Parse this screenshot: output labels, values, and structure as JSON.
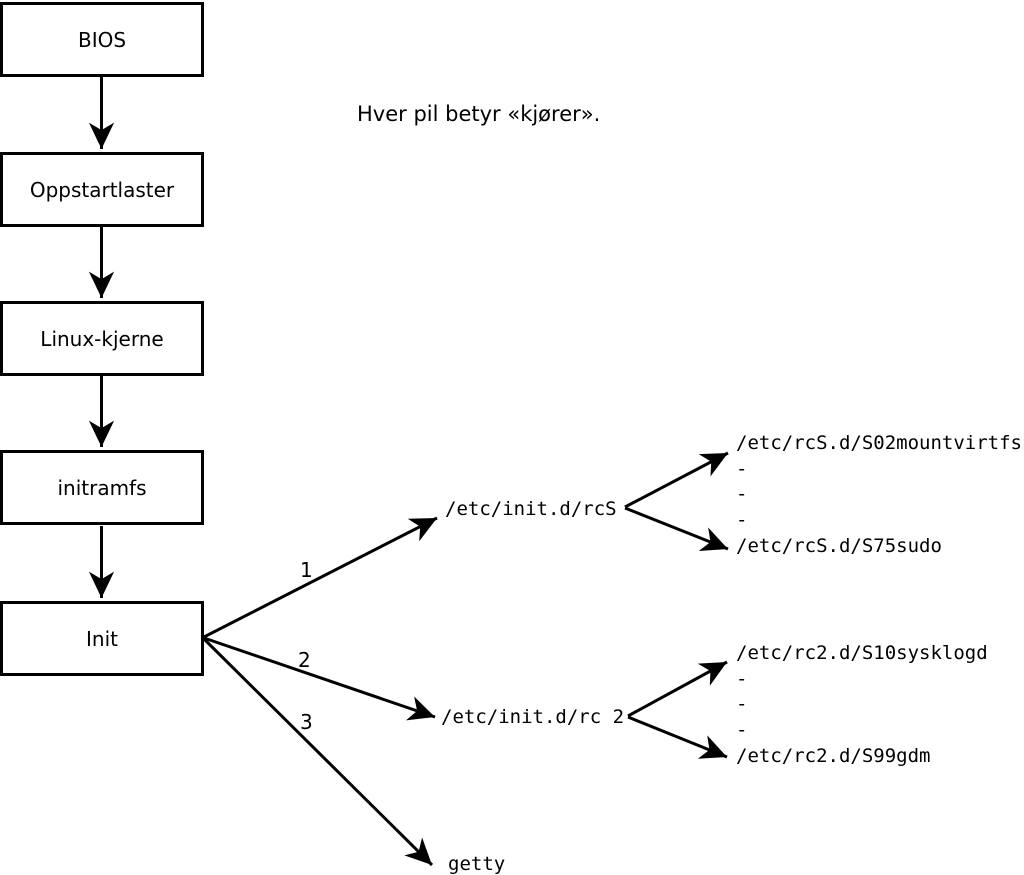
{
  "note": "Hver pil betyr «kjører».",
  "chain": [
    {
      "label": "BIOS"
    },
    {
      "label": "Oppstartlaster"
    },
    {
      "label": "Linux-kjerne"
    },
    {
      "label": "initramfs"
    },
    {
      "label": "Init"
    }
  ],
  "arrow_labels": [
    "1",
    "2",
    "3"
  ],
  "runlevel_s": {
    "label": "/etc/init.d/rcS",
    "children": [
      "/etc/rcS.d/S02mountvirtfs",
      "-",
      "-",
      "-",
      "/etc/rcS.d/S75sudo"
    ]
  },
  "runlevel_2": {
    "label": "/etc/init.d/rc 2",
    "children": [
      "/etc/rc2.d/S10sysklogd",
      "-",
      "-",
      "-",
      "/etc/rc2.d/S99gdm"
    ]
  },
  "getty_label": "getty",
  "colors": {
    "line": "#000000",
    "background": "#ffffff",
    "box_fill": "#ffffff"
  }
}
